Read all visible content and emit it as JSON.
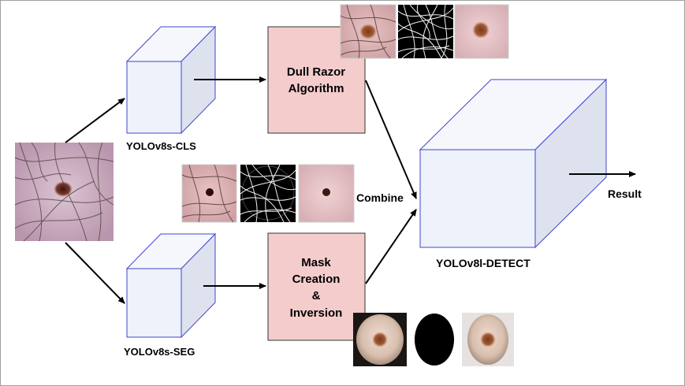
{
  "nodes": {
    "cls_label": "YOLOv8s-CLS",
    "seg_label": "YOLOv8s-SEG",
    "detect_label": "YOLOv8l-DETECT",
    "dull_razor_line1": "Dull Razor",
    "dull_razor_line2": "Algorithm",
    "mask_line1": "Mask",
    "mask_line2": "Creation",
    "mask_line3": "&",
    "mask_line4": "Inversion",
    "combine_label": "Combine",
    "result_label": "Result"
  },
  "colors": {
    "cube_front": "#eef2fb",
    "cube_side": "#dde2ee",
    "cube_edge": "#4444cc",
    "process_box": "#f4cccc",
    "process_edge": "#333333",
    "arrow": "#000000"
  }
}
